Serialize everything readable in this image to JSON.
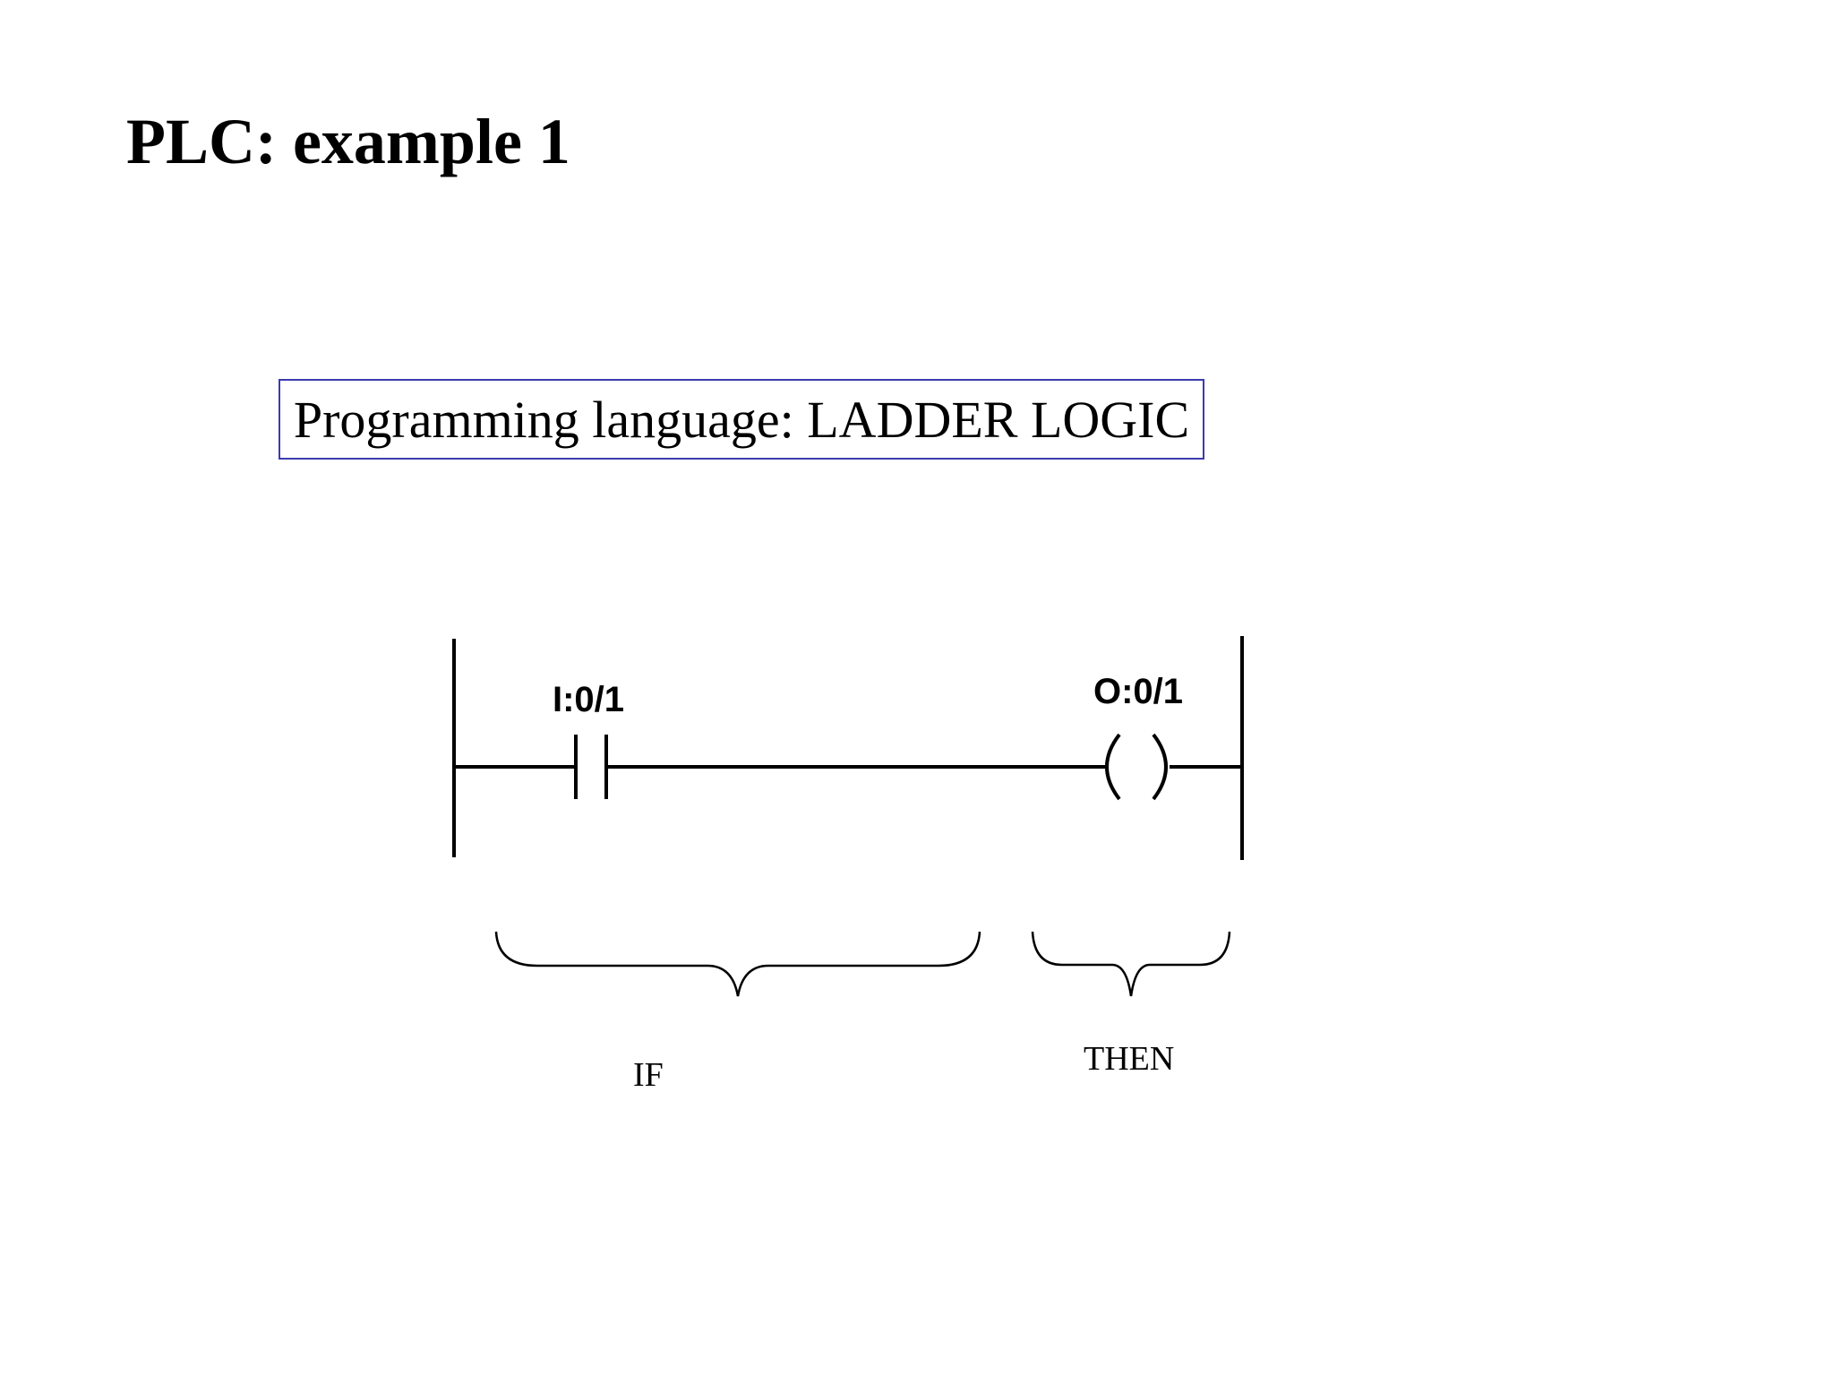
{
  "slide": {
    "title": "PLC: example 1",
    "language_box": "Programming language: LADDER LOGIC"
  },
  "ladder": {
    "input_contact": {
      "address": "I:0/1",
      "symbol": "normally-open-contact-icon"
    },
    "output_coil": {
      "address": "O:0/1",
      "symbol": "output-coil-icon"
    }
  },
  "braces": {
    "if_label": "IF",
    "then_label": "THEN"
  },
  "colors": {
    "text": "#000000",
    "box_border": "#3b3bb0",
    "background": "#ffffff"
  }
}
